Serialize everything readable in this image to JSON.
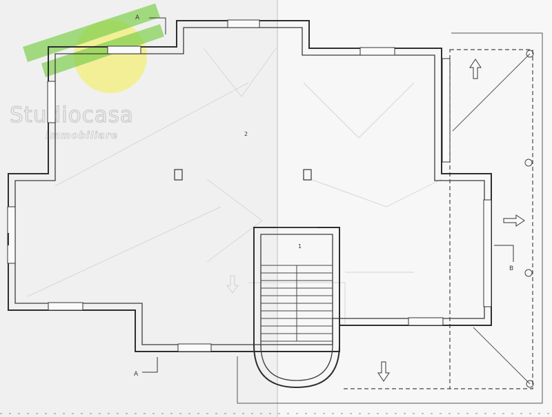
{
  "plan": {
    "section_marker_a": "A",
    "section_marker_b": "B",
    "room_main_label": "2",
    "room_stair_label": "1"
  },
  "watermark": {
    "brand": "Studiocasa",
    "tagline": "Immobiliare",
    "circle_color": "#f3ef7a",
    "stripe_color": "#7fcf4f"
  },
  "colors": {
    "wall": "#2e2e2e",
    "paper": "#f2f2f2"
  },
  "icons": {
    "slope_arrow": "arrow-icon",
    "drain": "drain-circle-icon"
  }
}
